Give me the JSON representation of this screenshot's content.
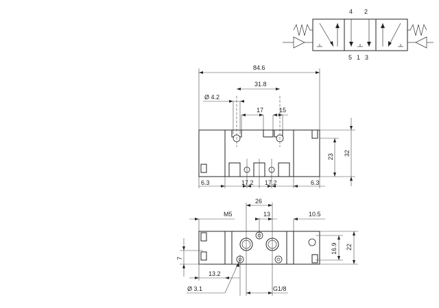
{
  "symbol": {
    "ports_top": [
      "4",
      "2"
    ],
    "ports_bottom": [
      "5",
      "1",
      "3"
    ]
  },
  "front_view": {
    "overall_length": "84.6",
    "bore_spacing": "31.8",
    "bore_diameter": "Ø 4.2",
    "offset_17": "17",
    "offset_15": "15",
    "height_32": "32",
    "height_23": "23",
    "left_margin": "6.3",
    "right_margin": "6.3",
    "port_pitch_left": "17.2",
    "port_pitch_right": "17.2"
  },
  "top_view": {
    "thread_port": "M5",
    "spacing_26": "26",
    "spacing_13": "13",
    "offset_10_5": "10.5",
    "height_22": "22",
    "height_16_9": "16.9",
    "offset_7": "7",
    "offset_13_2": "13.2",
    "hole_diameter": "Ø 3.1",
    "main_thread": "G1/8"
  }
}
